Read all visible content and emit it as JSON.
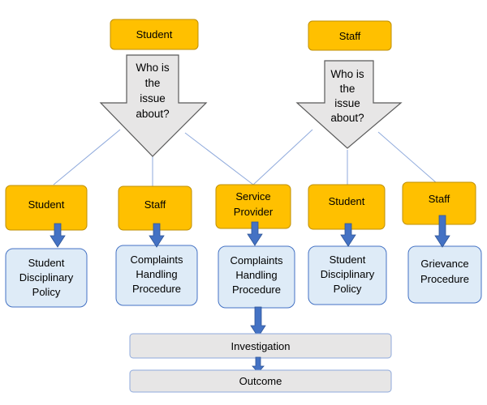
{
  "top_boxes": {
    "student": "Student",
    "staff": "Staff"
  },
  "question": {
    "left": [
      "Who is",
      "the",
      "issue",
      "about?"
    ],
    "right": [
      "Who is",
      "the",
      "issue",
      "about?"
    ]
  },
  "categories": [
    [
      "Student"
    ],
    [
      "Staff"
    ],
    [
      "Service",
      "Provider"
    ],
    [
      "Student"
    ],
    [
      "Staff"
    ]
  ],
  "procedures": [
    [
      "Student",
      "Disciplinary",
      "Policy"
    ],
    [
      "Complaints",
      "Handling",
      "Procedure"
    ],
    [
      "Complaints",
      "Handling",
      "Procedure"
    ],
    [
      "Student",
      "Disciplinary",
      "Policy"
    ],
    [
      "Grievance",
      "Procedure"
    ]
  ],
  "investigation": "Investigation",
  "outcome": "Outcome",
  "colors": {
    "orange_fill": "#FFC000",
    "orange_stroke": "#BF8F00",
    "blue_fill": "#DEEBF7",
    "blue_stroke": "#4472C4",
    "grey_fill": "#E7E6E6",
    "grey_stroke": "#8FAADC",
    "arrow_fill": "#4472C4",
    "connector": "#8FAADC",
    "big_arrow_fill": "#E7E6E6",
    "big_arrow_stroke": "#595959"
  }
}
